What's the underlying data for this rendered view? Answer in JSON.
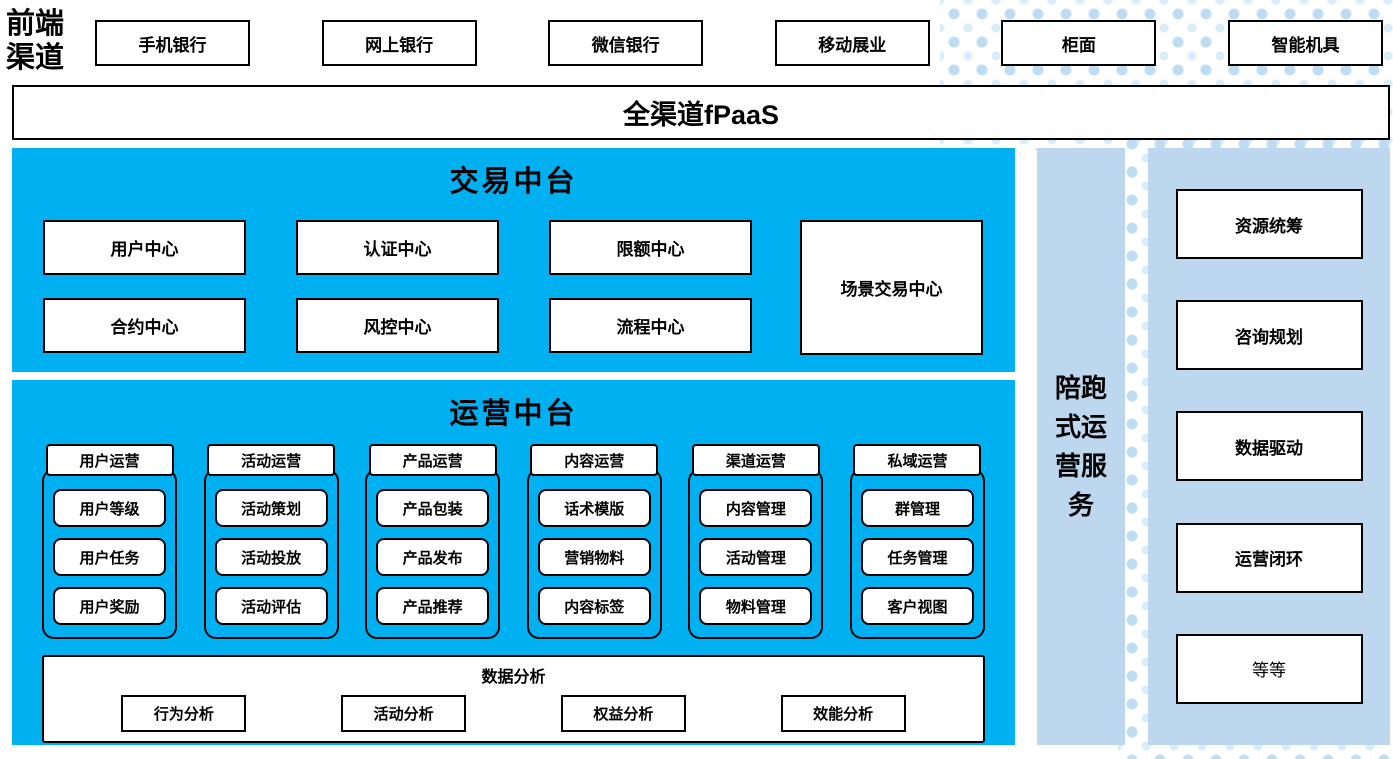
{
  "front_channels": {
    "label": "前端渠道",
    "items": [
      "手机银行",
      "网上银行",
      "微信银行",
      "移动展业",
      "柜面",
      "智能机具"
    ]
  },
  "fpaas_label": "全渠道fPaaS",
  "transaction": {
    "title": "交易中台",
    "boxes_row1": [
      "用户中心",
      "认证中心",
      "限额中心"
    ],
    "boxes_row2": [
      "合约中心",
      "风控中心",
      "流程中心"
    ],
    "scene_box": "场景交易中心"
  },
  "operations": {
    "title": "运营中台",
    "columns": [
      {
        "header": "用户运营",
        "items": [
          "用户等级",
          "用户任务",
          "用户奖励"
        ]
      },
      {
        "header": "活动运营",
        "items": [
          "活动策划",
          "活动投放",
          "活动评估"
        ]
      },
      {
        "header": "产品运营",
        "items": [
          "产品包装",
          "产品发布",
          "产品推荐"
        ]
      },
      {
        "header": "内容运营",
        "items": [
          "话术模版",
          "营销物料",
          "内容标签"
        ]
      },
      {
        "header": "渠道运营",
        "items": [
          "内容管理",
          "活动管理",
          "物料管理"
        ]
      },
      {
        "header": "私域运营",
        "items": [
          "群管理",
          "任务管理",
          "客户视图"
        ]
      }
    ],
    "data_analysis": {
      "title": "数据分析",
      "items": [
        "行为分析",
        "活动分析",
        "权益分析",
        "效能分析"
      ]
    }
  },
  "accompany_service": "陪跑式运营服务",
  "right_panel": {
    "items": [
      "资源统筹",
      "咨询规划",
      "数据驱动",
      "运营闭环",
      "等等"
    ]
  },
  "colors": {
    "platform_blue": "#00b0f0",
    "panel_light_blue": "#bdd7ee"
  }
}
